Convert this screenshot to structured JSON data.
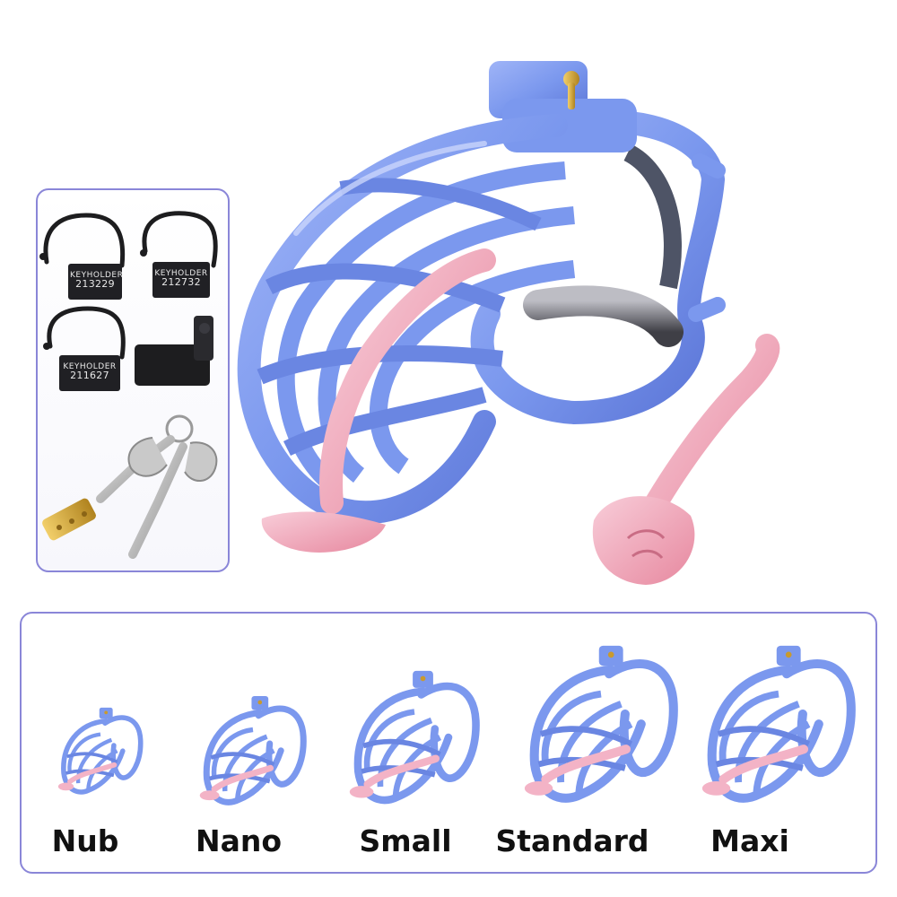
{
  "accessories": {
    "keyholder_tags": [
      {
        "brand": "KEYHOLDER",
        "number": "213229"
      },
      {
        "brand": "KEYHOLDER",
        "number": "212732"
      },
      {
        "brand": "KEYHOLDER",
        "number": "211627"
      }
    ]
  },
  "sizes": [
    {
      "label": "Nub"
    },
    {
      "label": "Nano"
    },
    {
      "label": "Small"
    },
    {
      "label": "Standard"
    },
    {
      "label": "Maxi"
    }
  ],
  "colors": {
    "cage_blue": "#7b98ee",
    "cage_blue_dark": "#5a74d6",
    "cage_highlight": "#b9c9fb",
    "pink": "#f3b3c6",
    "pink_dark": "#e7889f",
    "panel_border": "#8a86d8",
    "brass": "#c99a2e"
  }
}
